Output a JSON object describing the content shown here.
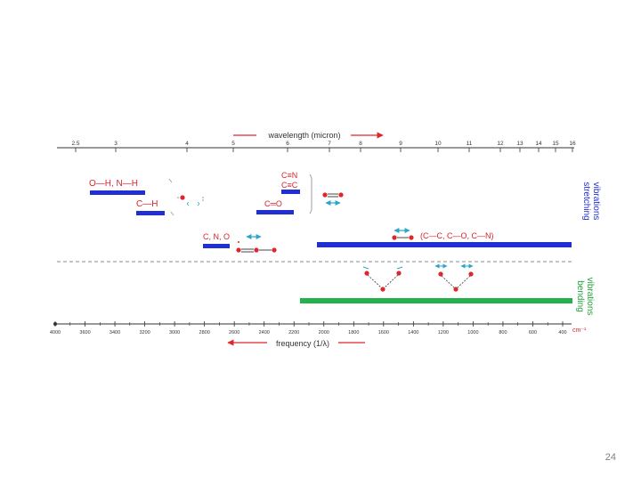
{
  "top_axis": {
    "title": "wavelength (micron)",
    "ticks": [
      "2.5",
      "3",
      "4",
      "5",
      "6",
      "7",
      "8",
      "9",
      "10",
      "11",
      "12",
      "13",
      "14",
      "15",
      "16"
    ]
  },
  "bottom_axis": {
    "title": "frequency (1/λ)",
    "ticks": [
      "4000",
      "3600",
      "3400",
      "3200",
      "3000",
      "2800",
      "2600",
      "2400",
      "2200",
      "2000",
      "1800",
      "1600",
      "1400",
      "1200",
      "1000",
      "800",
      "600",
      "400"
    ],
    "unit_tail": "cm⁻¹"
  },
  "bands": {
    "oh_nh": "O—H, N—H",
    "ch": "C—H",
    "cn_triple": "C≡N",
    "cc_triple": "C≡C",
    "co_double": "C═O",
    "cno": "C, N, O",
    "single_bonds": "(C—C, C—O, C—N)"
  },
  "side_labels": {
    "stretching_line1": "stretching",
    "stretching_line2": "vibrations",
    "bending_line1": "bending",
    "bending_line2": "vibrations"
  },
  "colors": {
    "stretch_bar": "#1f2fd1",
    "bend_bar": "#22b14c",
    "arrow_red": "#e0262b",
    "label_red": "#d8242b",
    "arrow_teal": "#27a6c9",
    "label_blue": "#1f2fd1",
    "label_green": "#22a33a"
  },
  "page_number": "24"
}
